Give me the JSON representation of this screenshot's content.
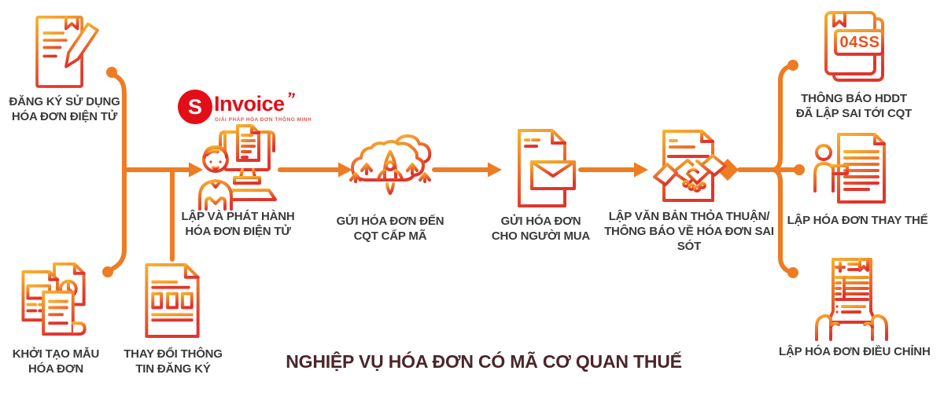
{
  "title": "NGHIỆP VỤ HÓA ĐƠN CÓ MÃ CƠ QUAN THUẾ",
  "logo": {
    "initial": "S",
    "name": "Invoice",
    "quote": "”",
    "tagline": "GIẢI PHÁP HÓA ĐƠN THÔNG MINH"
  },
  "colors": {
    "connector": "#EE7C23",
    "icon_gradient_top": "#F8B02C",
    "icon_gradient_bottom": "#E0352C",
    "label_text": "#3A3A3A",
    "title_text": "#4A262B",
    "logo_red": "#E30E17"
  },
  "nodes": {
    "register": {
      "icon": "document-pencil-icon",
      "label": "ĐĂNG KÝ SỬ DỤNG\nHÓA ĐƠN ĐIỆN TỬ"
    },
    "create_template": {
      "icon": "invoice-templates-icon",
      "label": "KHỞI TẠO MẪU\nHÓA ĐƠN"
    },
    "change_info": {
      "icon": "form-change-icon",
      "label": "THAY ĐỔI THÔNG\nTIN ĐĂNG KÝ"
    },
    "create_issue": {
      "icon": "person-computer-icon",
      "label": "LẬP VÀ PHÁT HÀNH\nHÓA ĐƠN ĐIỆN TỬ"
    },
    "send_cqt": {
      "icon": "cloud-rocket-icon",
      "label": "GỬI HÓA ĐƠN ĐẾN\nCQT CẤP MÃ"
    },
    "send_buyer": {
      "icon": "document-envelope-icon",
      "label": "GỬI HÓA ĐƠN\nCHO NGƯỜI MUA"
    },
    "agreement": {
      "icon": "handshake-document-icon",
      "label": "LẬP VĂN BẢN THỎA THUẬN/\nTHÔNG BÁO VỀ HÓA ĐƠN SAI SÓT"
    },
    "notice_04ss": {
      "icon": "notice-04ss-icon",
      "badge": "04SS",
      "label": "THÔNG BÁO HDDT\nĐÃ LẬP SAI TỚI CQT"
    },
    "replace": {
      "icon": "person-document-icon",
      "label": "LẬP HÓA ĐƠN THAY THẾ"
    },
    "adjust": {
      "icon": "hands-document-icon",
      "label": "LẬP HÓA ĐƠN ĐIỀU CHỈNH"
    }
  }
}
